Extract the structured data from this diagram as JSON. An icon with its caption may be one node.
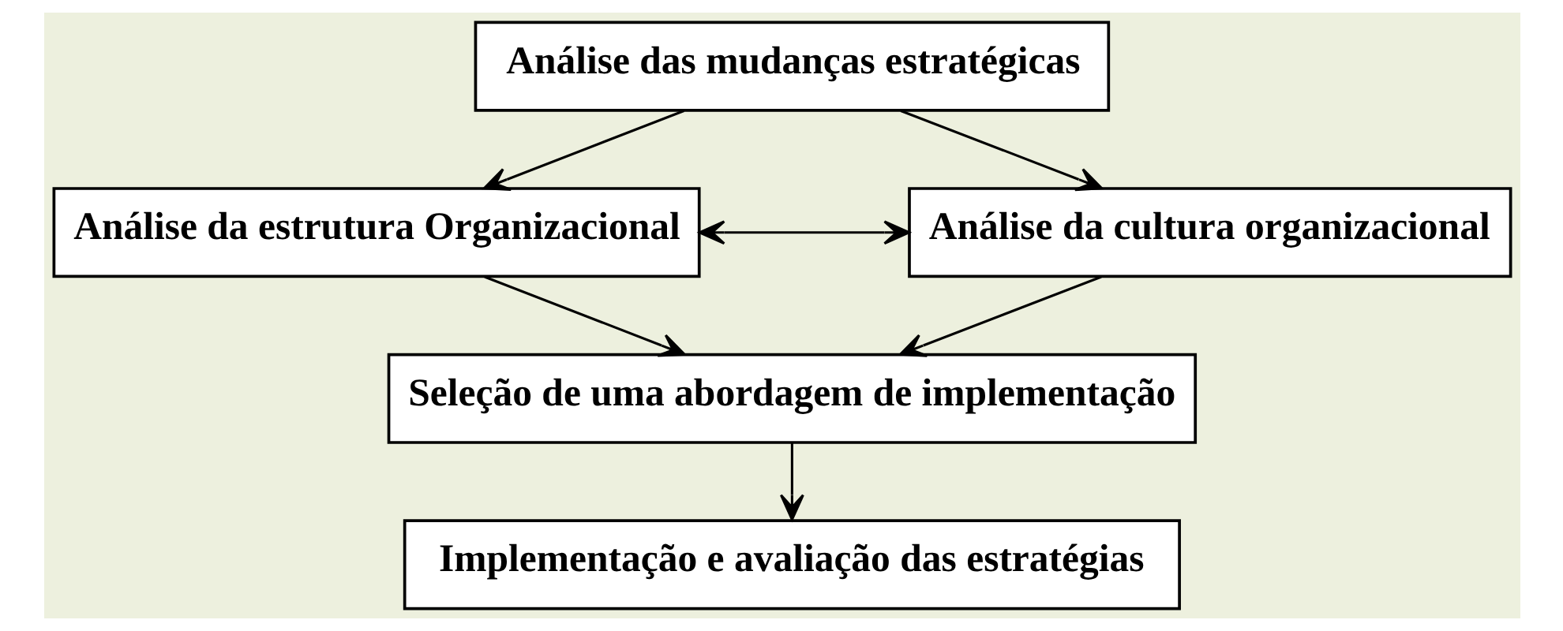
{
  "diagram": {
    "nodes": [
      {
        "text": [
          "Análise das mudanças estratégicas"
        ]
      },
      {
        "text": [
          "Análise da estrutura Organizacional"
        ]
      },
      {
        "text": [
          "Análise da cultura organizacional"
        ]
      },
      {
        "text": [
          "Seleção de uma abordagem de implementação"
        ]
      },
      {
        "text": [
          "Implementação e avaliação das estratégias"
        ]
      }
    ],
    "edges": [
      {
        "from": 0,
        "to": 1,
        "arrow": "to"
      },
      {
        "from": 0,
        "to": 2,
        "arrow": "to"
      },
      {
        "from": 1,
        "to": 2,
        "arrow": "both"
      },
      {
        "from": 1,
        "to": 3,
        "arrow": "to"
      },
      {
        "from": 2,
        "to": 3,
        "arrow": "to"
      },
      {
        "from": 3,
        "to": 4,
        "arrow": "to"
      }
    ]
  }
}
